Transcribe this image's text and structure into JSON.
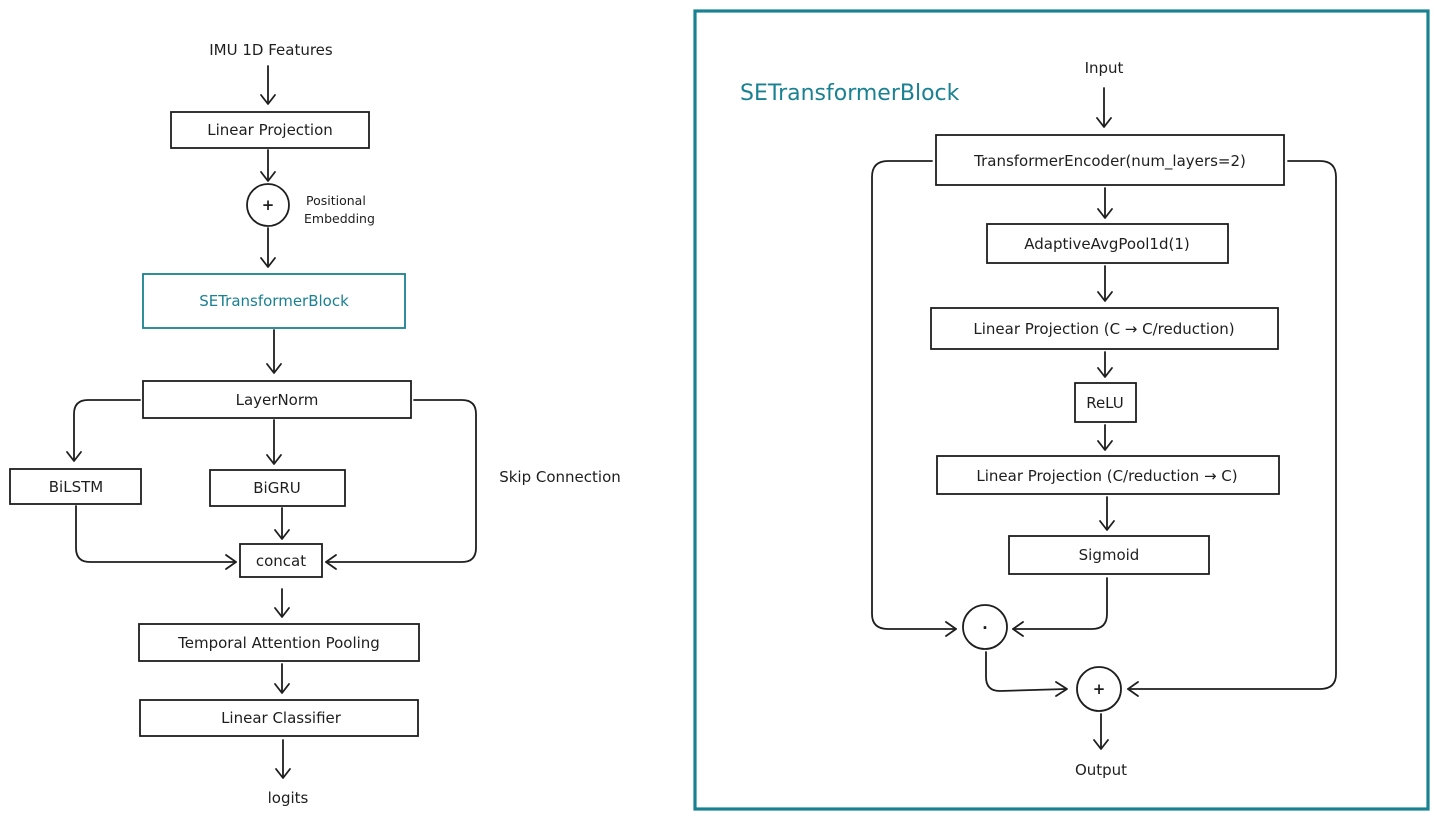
{
  "left": {
    "input": "IMU 1D Features",
    "linear_projection": "Linear Projection",
    "add_operator": "+",
    "positional_embedding_line1": "Positional",
    "positional_embedding_line2": "Embedding",
    "se_block": "SETransformerBlock",
    "layernorm": "LayerNorm",
    "bilstm": "BiLSTM",
    "bigru": "BiGRU",
    "skip_connection": "Skip Connection",
    "concat": "concat",
    "temporal_pooling": "Temporal Attention Pooling",
    "classifier": "Linear Classifier",
    "output": "logits"
  },
  "right": {
    "title": "SETransformerBlock",
    "input": "Input",
    "encoder": "TransformerEncoder(num_layers=2)",
    "avgpool": "AdaptiveAvgPool1d(1)",
    "proj_down": "Linear Projection (C → C/reduction)",
    "relu": "ReLU",
    "proj_up": "Linear Projection (C/reduction → C)",
    "sigmoid": "Sigmoid",
    "mul_operator": "·",
    "add_operator": "+",
    "output": "Output"
  },
  "colors": {
    "accent": "#1a8192",
    "stroke": "#1e1e1e"
  }
}
